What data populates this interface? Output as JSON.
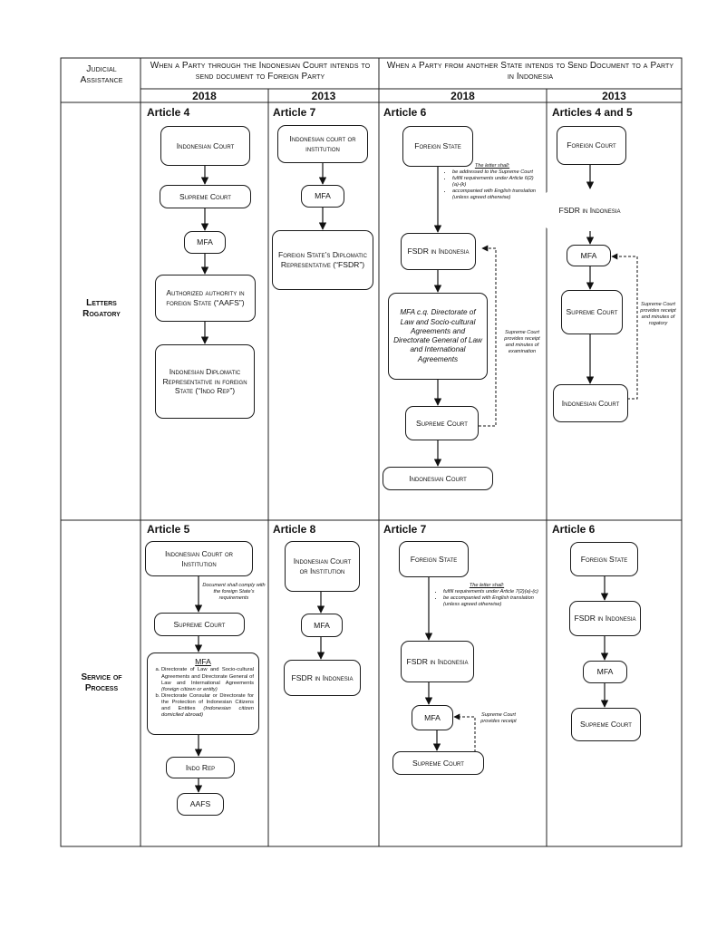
{
  "header": {
    "judicial": "Judicial Assistance",
    "group_out": "When a Party through the Indonesian Court intends to send document to Foreign Party",
    "group_in": "When a Party from another State intends to Send Document to a Party in Indonesia",
    "years": [
      "2018",
      "2013",
      "2018",
      "2013"
    ]
  },
  "rows": {
    "letters": "Letters Rogatory",
    "service": "Service of Process"
  },
  "letters": {
    "c1": {
      "article": "Article 4",
      "boxes": [
        "Indonesian Court",
        "Supreme Court",
        "MFA",
        "Authorized authority in foreign State (“AAFS”)",
        "Indonesian Diplomatic Representative in foreign State (“Indo Rep”)"
      ]
    },
    "c2": {
      "article": "Article 7",
      "boxes": [
        "Indonesian court or institution",
        "MFA",
        "Foreign State’s Diplomatic Representative (“FSDR”)"
      ]
    },
    "c3": {
      "article": "Article 6",
      "boxes": [
        "Foreign State",
        "FSDR in Indonesia",
        "MFA c.q. Directorate of Law and Socio-cultural Agreements and Directorate General of Law and International Agreements",
        "Supreme Court",
        "Indonesian Court"
      ],
      "note_title": "The letter shall:",
      "note_items": [
        "be addressed to the Supreme Court",
        "fulfill requirements under Article 6(2)(a)-(k)",
        "accompanied with English translation (unless agreed otherwise)"
      ],
      "side_note": "Supreme Court provides receipt and minutes of examination"
    },
    "c4": {
      "article": "Articles 4 and 5",
      "boxes": [
        "Foreign Court",
        "FSDR in Indonesia",
        "MFA",
        "Supreme Court",
        "Indonesian Court"
      ],
      "side_note": "Supreme Court provides receipt and minutes of rogatory"
    }
  },
  "service": {
    "c1": {
      "article": "Article 5",
      "boxes": [
        "Indonesian Court or Institution",
        "Supreme Court",
        "Indo Rep",
        "AAFS"
      ],
      "note": "Document shall comply with the foreign State’s requirements",
      "mfa_title": "MFA",
      "mfa_a": "Directorate of Law and Socio-cultural Agreements and Directorate General of Law and International Agreements",
      "mfa_a_note": "(foreign citizen or entity)",
      "mfa_b": "Directorate Consular or Directorate for the Protection of Indonesian Citizens and Entities",
      "mfa_b_note": "(Indonesian citizen domiciled abroad)"
    },
    "c2": {
      "article": "Article 8",
      "boxes": [
        "Indonesian Court or Institution",
        "MFA",
        "FSDR in Indonesia"
      ]
    },
    "c3": {
      "article": "Article 7",
      "boxes": [
        "Foreign State",
        "FSDR in Indonesia",
        "MFA",
        "Supreme Court"
      ],
      "note_title": "The letter shall:",
      "note_items": [
        "fulfill requirements under Article 7(2)(a)-(c)",
        "be accompanied with English translation (unless agreed otherwise)"
      ],
      "side_note": "Supreme Court provides receipt"
    },
    "c4": {
      "article": "Article 6",
      "boxes": [
        "Foreign State",
        "FSDR in Indonesia",
        "MFA",
        "Supreme Court"
      ]
    }
  }
}
